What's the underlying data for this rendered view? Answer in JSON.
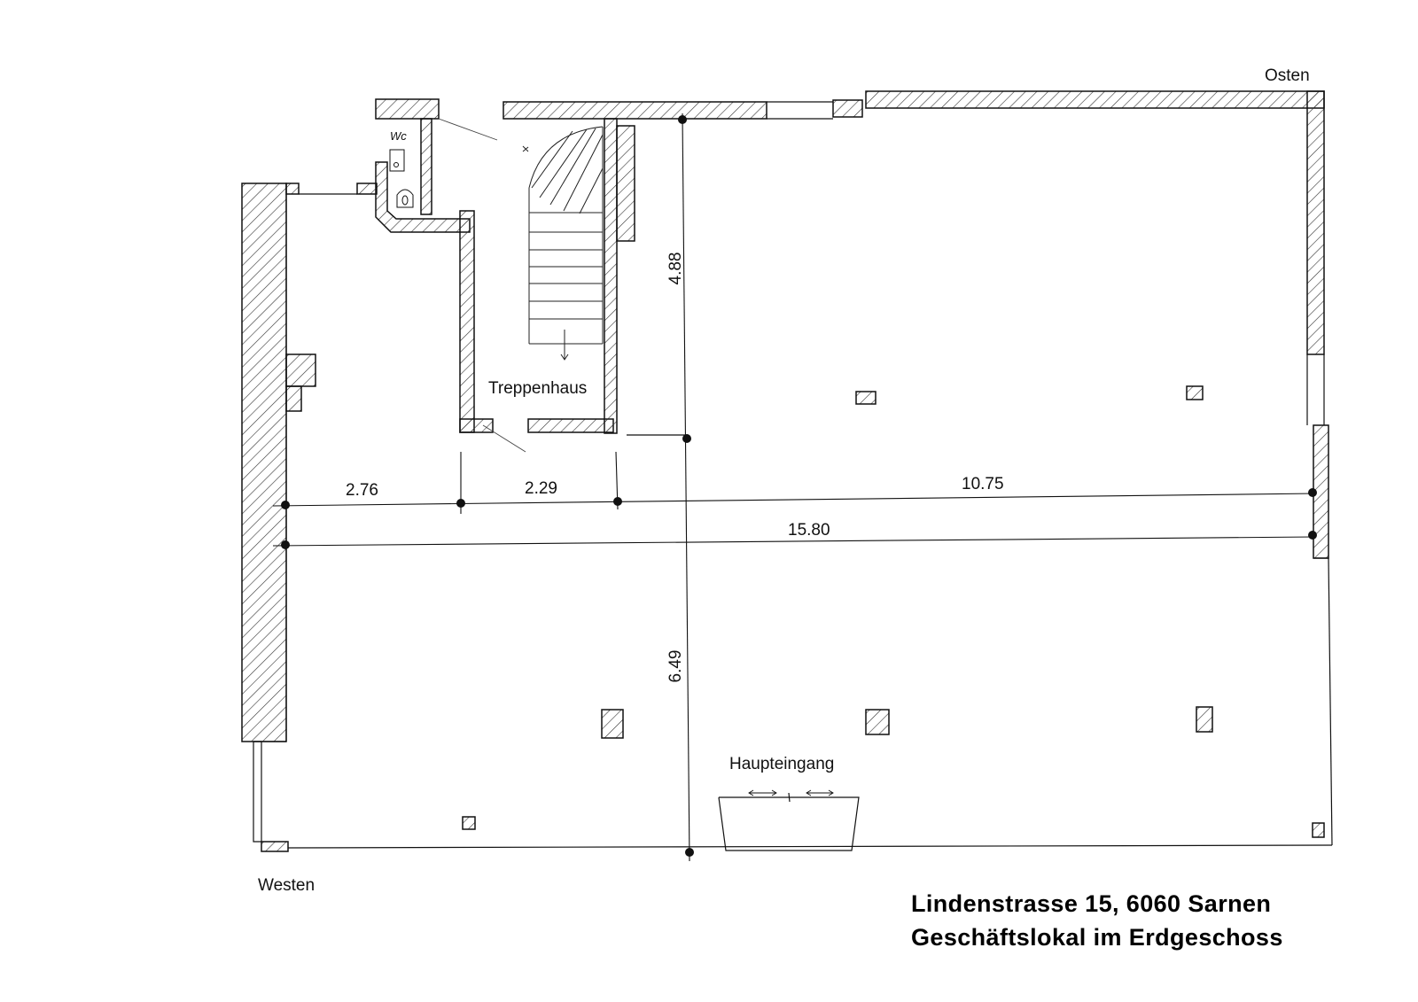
{
  "plan": {
    "orientation": {
      "east": "Osten",
      "west": "Westen"
    },
    "rooms": {
      "stairwell": "Treppenhaus",
      "toilet": "Wc",
      "entrance": "Haupteingang"
    },
    "dimensions": {
      "west_segment": "2.76",
      "stair_segment": "2.29",
      "east_segment": "10.75",
      "total_width": "15.80",
      "north_depth": "4.88",
      "south_depth": "6.49"
    }
  },
  "title": {
    "line1": "Lindenstrasse 15, 6060 Sarnen",
    "line2": "Geschäftslokal im Erdgeschoss"
  },
  "colors": {
    "ink": "#111111",
    "hatch": "#333333"
  }
}
